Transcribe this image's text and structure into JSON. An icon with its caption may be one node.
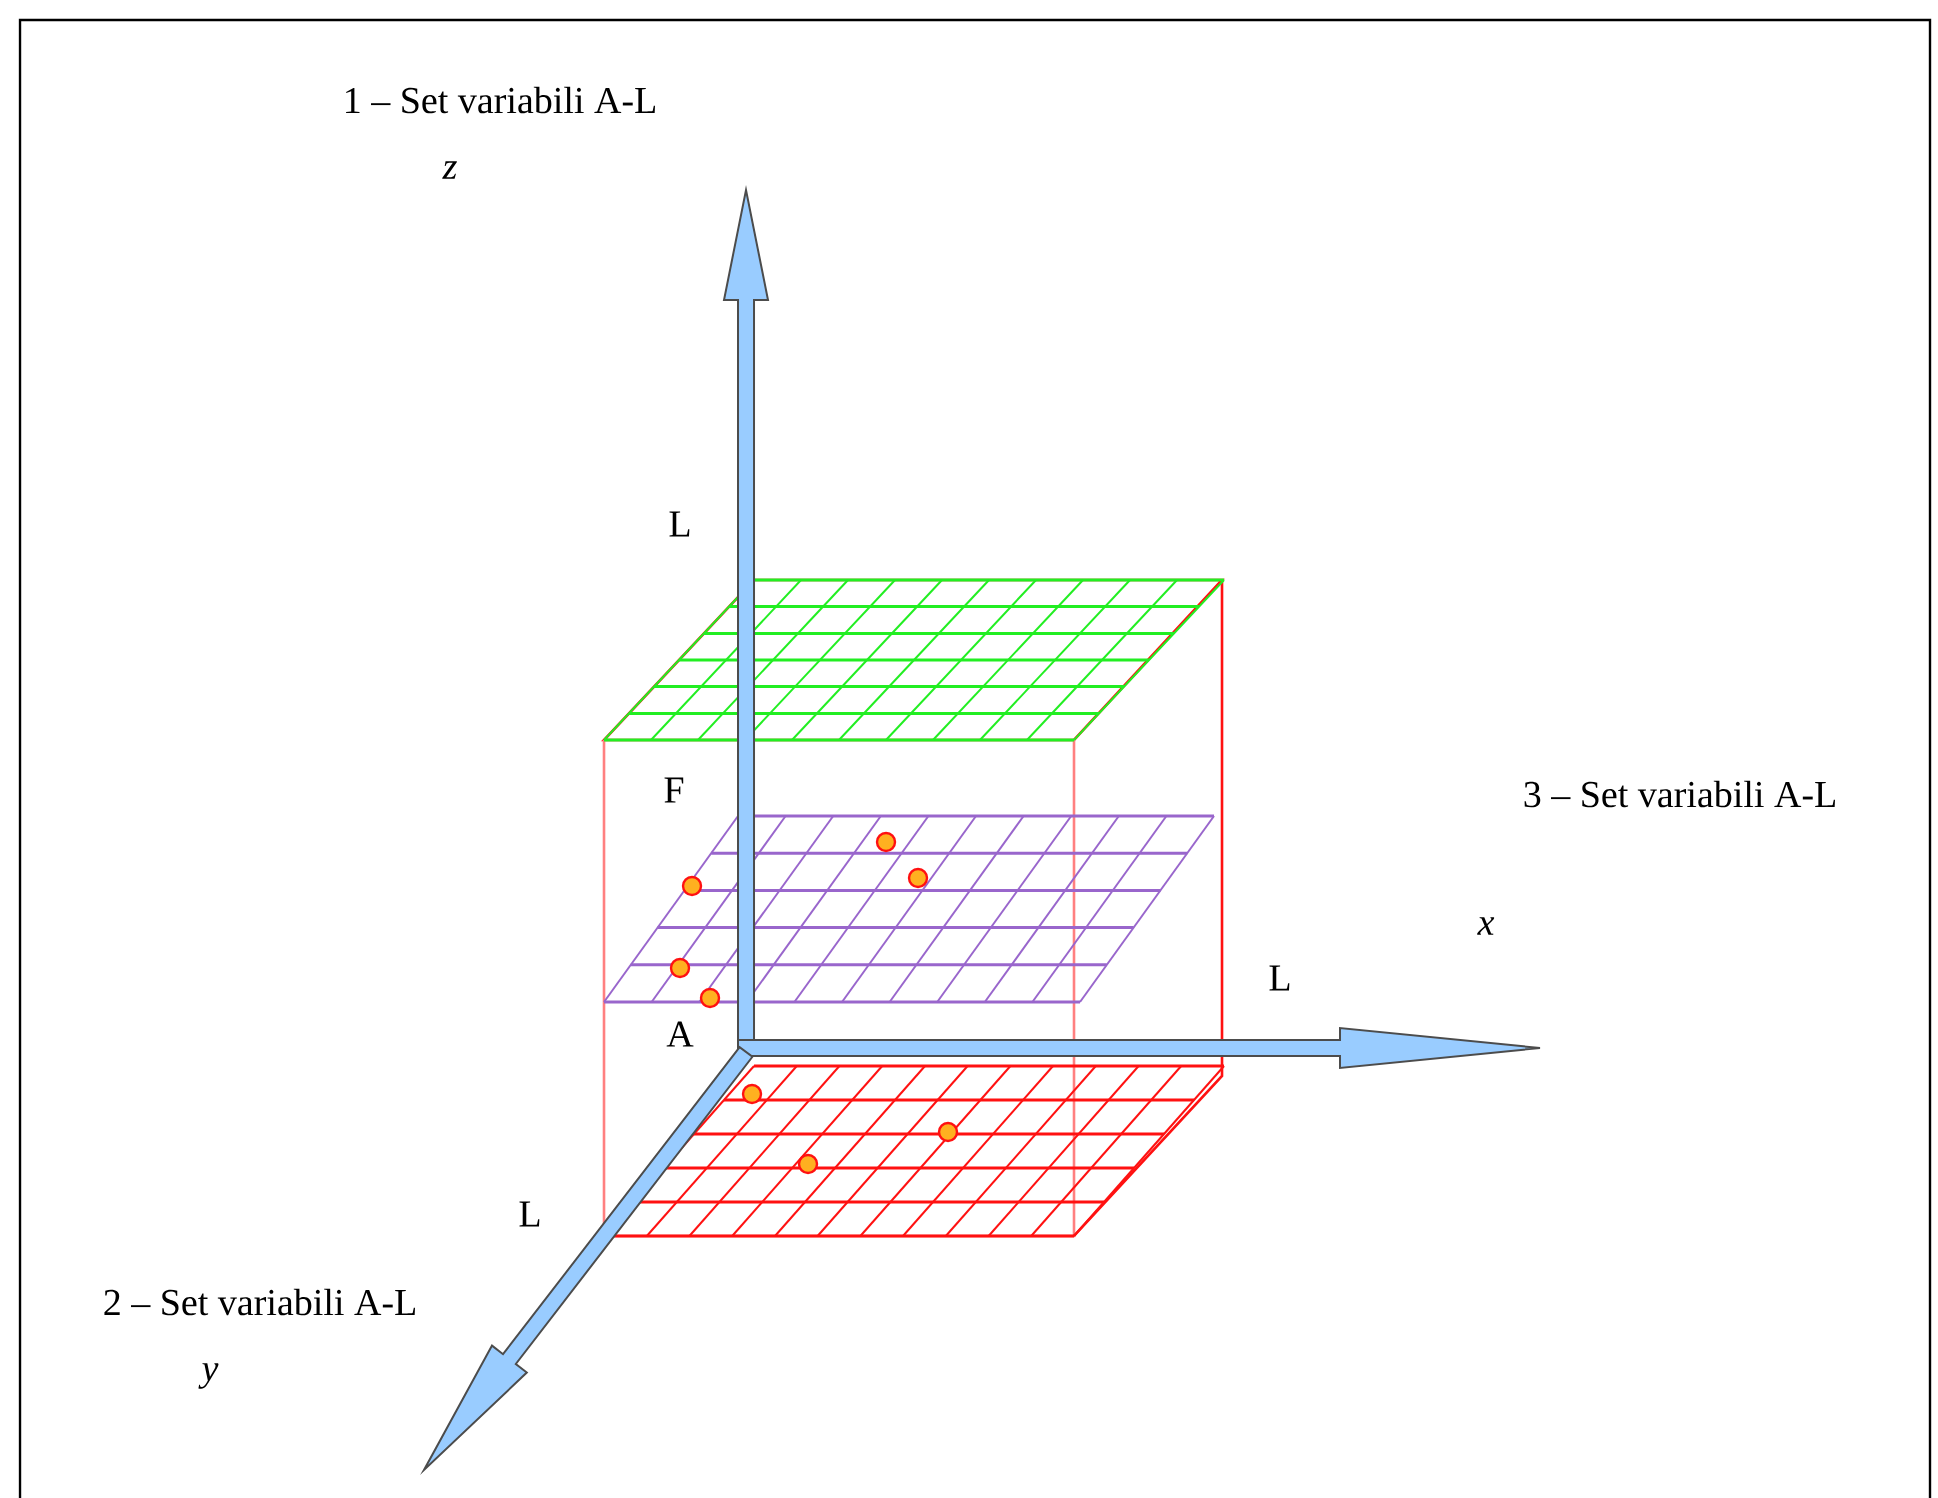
{
  "diagram": {
    "labels": [
      "1 – Set variabili A-L",
      "z",
      "L",
      "F",
      "3 – Set variabili A-L",
      "x",
      "L",
      "A",
      "L",
      "2 – Set variabili A-L",
      "y"
    ]
  }
}
